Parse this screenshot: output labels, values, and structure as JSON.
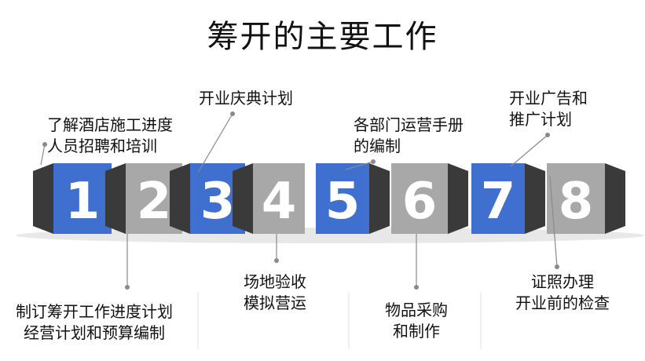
{
  "title": "筹开的主要工作",
  "colors": {
    "blue": "#3f6fcf",
    "gray": "#a8a8a8",
    "dark": "#3a3a3a",
    "line": "#8a8a8a"
  },
  "steps": [
    {
      "num": "1",
      "color": "blue",
      "lines": [
        "了解酒店施工进度",
        "人员招聘和培训"
      ],
      "position": "top"
    },
    {
      "num": "2",
      "color": "gray",
      "lines": [
        "制订筹开工作进度计划",
        "经营计划和预算编制"
      ],
      "position": "bottom"
    },
    {
      "num": "3",
      "color": "blue",
      "lines": [
        "开业庆典计划"
      ],
      "position": "top"
    },
    {
      "num": "4",
      "color": "gray",
      "lines": [
        "场地验收",
        "模拟营运"
      ],
      "position": "bottom"
    },
    {
      "num": "5",
      "color": "blue",
      "lines": [
        "各部门运营手册",
        "的编制"
      ],
      "position": "top"
    },
    {
      "num": "6",
      "color": "gray",
      "lines": [
        "物品采购",
        "和制作"
      ],
      "position": "bottom"
    },
    {
      "num": "7",
      "color": "blue",
      "lines": [
        "开业广告和",
        "推广计划"
      ],
      "position": "top"
    },
    {
      "num": "8",
      "color": "gray",
      "lines": [
        "证照办理",
        "开业前的检查"
      ],
      "position": "bottom"
    }
  ]
}
